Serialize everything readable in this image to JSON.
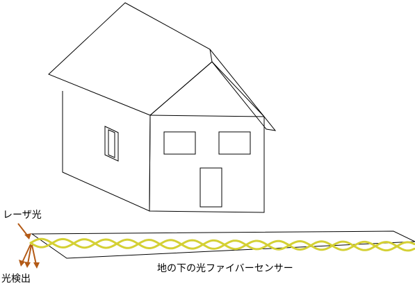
{
  "labels": {
    "laser_light": "レーザ光",
    "light_detection": "光検出",
    "sensor_caption": "地の下の光ファイバーセンサー"
  },
  "colors": {
    "fiber": "#d4d034",
    "arrow": "#b35a16",
    "outline": "#000000"
  }
}
